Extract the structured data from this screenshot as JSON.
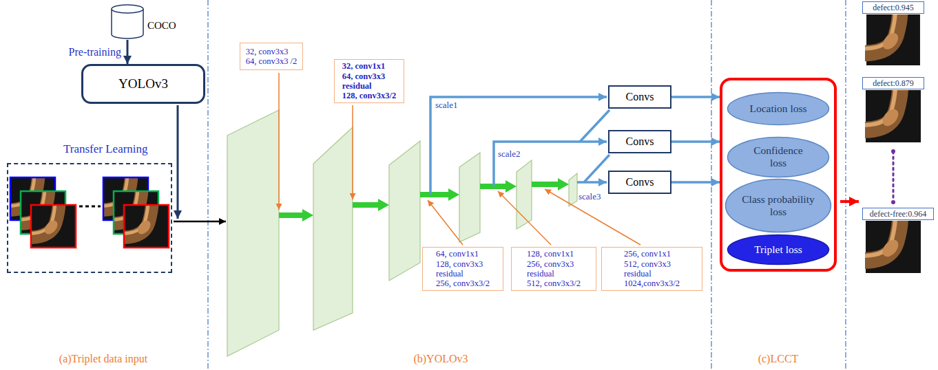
{
  "diagram": {
    "nodes": [
      {
        "text": [
          "COCO"
        ]
      },
      {
        "text": [
          "YOLOv3"
        ]
      },
      {
        "text": [
          "Transfer Learning"
        ]
      },
      {
        "text": [
          "32, conv3x3",
          "64, conv3x3 /2"
        ]
      },
      {
        "text": [
          "32, conv1x1",
          "64, conv3x3",
          "residual",
          "128, conv3x3/2"
        ]
      },
      {
        "text": [
          "64, conv1x1",
          "128, conv3x3",
          "residual",
          "256, conv3x3/2"
        ]
      },
      {
        "text": [
          "128, conv1x1",
          "256, conv3x3",
          "residual",
          "512, conv3x3/2"
        ]
      },
      {
        "text": [
          "256, conv1x1",
          "512, conv3x3",
          "residual",
          "1024,conv3x3/2"
        ]
      },
      {
        "text": [
          "Convs"
        ]
      },
      {
        "text": [
          "Convs"
        ]
      },
      {
        "text": [
          "Convs"
        ]
      },
      {
        "text": []
      },
      {
        "text": [
          "Location loss"
        ],
        "in": 11
      },
      {
        "text": [
          "Confidence loss"
        ],
        "in": 11
      },
      {
        "text": [
          "Class probability loss"
        ],
        "in": 11
      },
      {
        "text": [
          "Triplet loss"
        ],
        "in": 11
      },
      {
        "text": [
          "defect:0.945"
        ]
      },
      {
        "text": [
          "defect:0.879"
        ]
      },
      {
        "text": [
          "defect-free:0.964"
        ]
      }
    ],
    "edges": [
      {
        "from": 0,
        "to": 1,
        "arrow": "to",
        "label": "Pre-training"
      },
      {
        "from": 8,
        "to": 11,
        "arrow": "to"
      },
      {
        "from": 9,
        "to": 11,
        "arrow": "to"
      },
      {
        "from": 10,
        "to": 11,
        "arrow": "to"
      }
    ],
    "labels": [
      "scale1",
      "scale2",
      "scale3",
      "(a)Triplet data input",
      "(b)YOLOv3",
      "(c)LCCT"
    ]
  }
}
